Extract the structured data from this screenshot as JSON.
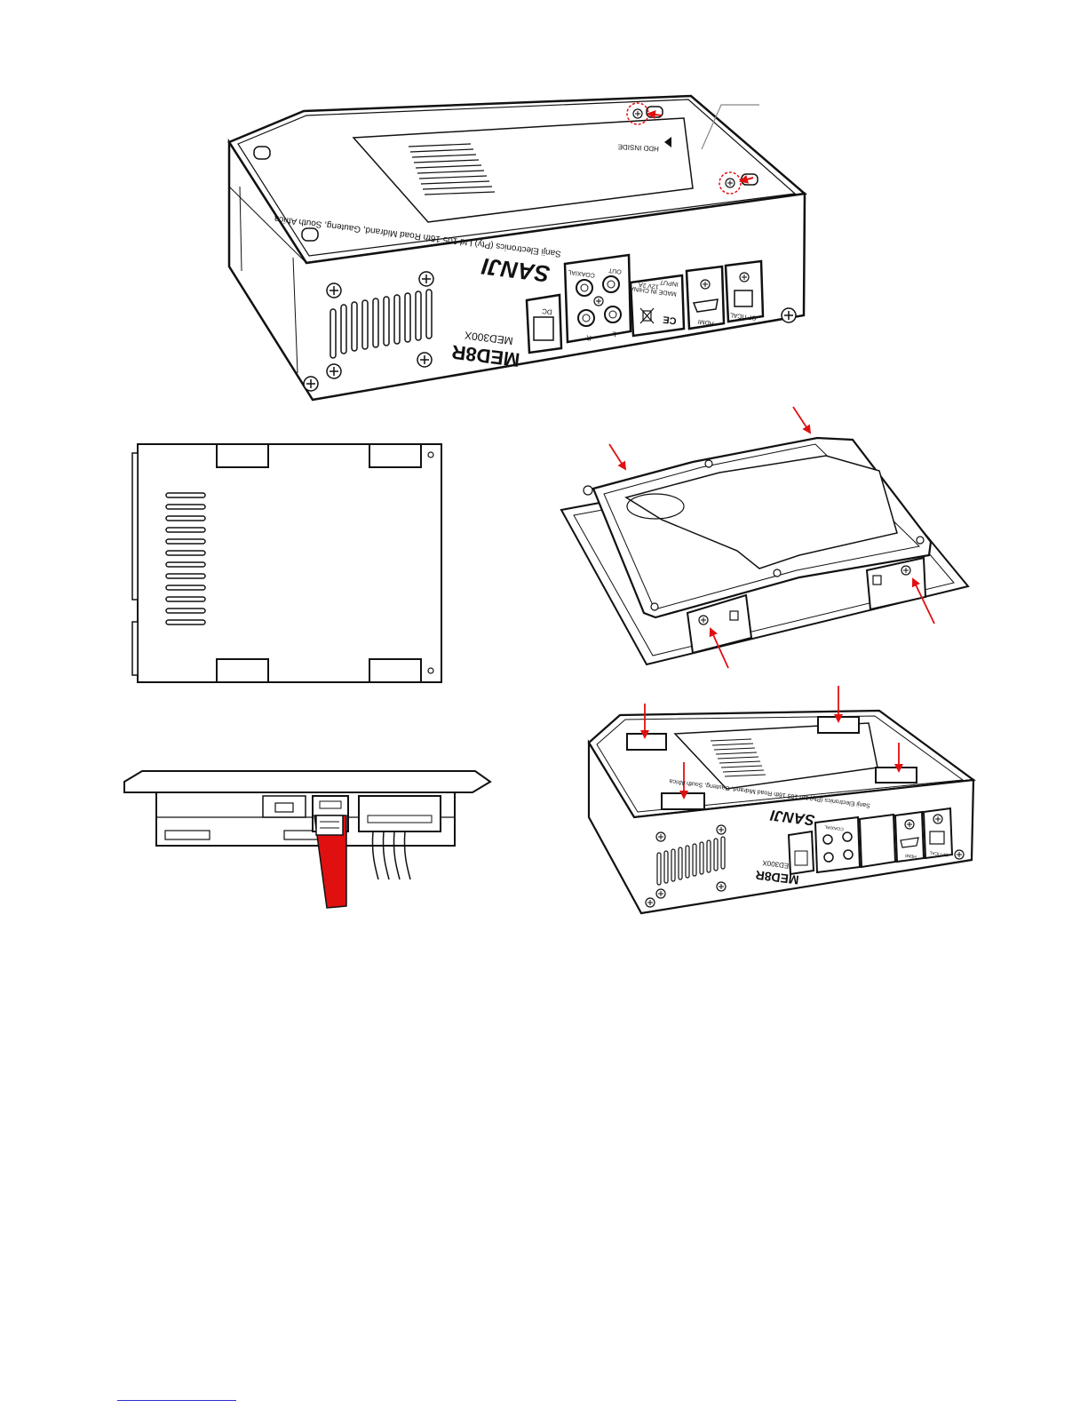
{
  "figure1": {
    "address_text": "Sanji Electronics (Pty) Ltd 105 16th Road Midrand, Gauteng, South Africa",
    "brand_logo": "SANJI",
    "product_logo": "MED8R",
    "model_text": "MED300X",
    "dc_label": "DC",
    "coaxial_label": "COAXIAL",
    "out_label": "OUT",
    "l_label": "L",
    "r_label": "R",
    "input_label": "INPUT",
    "voltage_label": "12V 2A",
    "made_in_label": "MADE IN CHINA",
    "hdmi_label": "HDMI",
    "optical_label": "OPTICAL",
    "hdd_inside_label": "HDD INSIDE"
  },
  "figure5": {
    "address_text": "Sanji Electronics (Pty) Ltd 105 16th Road Midrand, Gauteng, South Africa",
    "brand_logo": "SANJI",
    "product_logo": "MED8R",
    "model_text": "MED300X",
    "hdmi_label": "HDMI",
    "optical_label": "OPTICAL",
    "coaxial_label": "COAXIAL"
  },
  "colors": {
    "line": "#111111",
    "arrow": "#e01010",
    "cable": "#e01010",
    "footer_link": "#2a2ad0"
  },
  "icons": [
    "screw-icon",
    "arrow-icon",
    "rca-jack-icon",
    "hdmi-port-icon",
    "optical-port-icon",
    "dc-jack-icon",
    "ce-mark-icon",
    "weee-icon"
  ]
}
